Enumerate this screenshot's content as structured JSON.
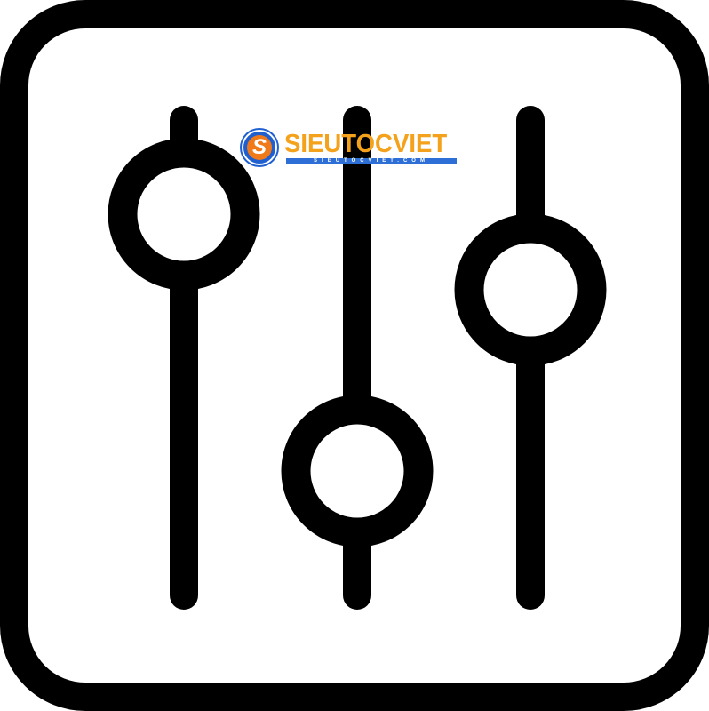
{
  "icon": {
    "name": "sliders-settings-icon",
    "stroke_color": "#000000",
    "fill_color": "#ffffff"
  },
  "sliders": [
    {
      "name": "left",
      "level": 0.8
    },
    {
      "name": "middle",
      "level": 0.26
    },
    {
      "name": "right",
      "level": 0.64
    }
  ],
  "watermark": {
    "letter": "S",
    "brand": "SIEUTOCVIET",
    "url": "SIEUTOCVIET.COM",
    "brand_color": "#f4a21c",
    "accent_color": "#2d6fd6"
  }
}
